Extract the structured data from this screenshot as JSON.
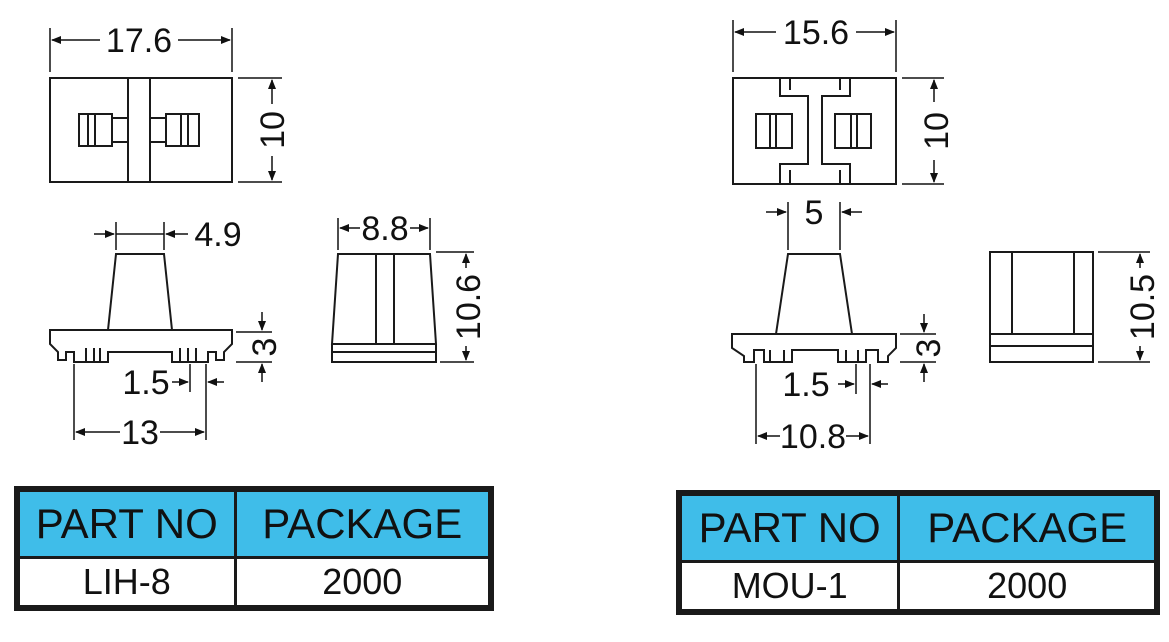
{
  "left_part": {
    "dimensions": {
      "top_width": "17.6",
      "top_height": "10",
      "side_top_width": "4.9",
      "end_width": "8.8",
      "end_height": "10.6",
      "foot_height": "3",
      "pin_width": "1.5",
      "base_width": "13"
    },
    "table": {
      "header_part": "PART NO",
      "header_package": "PACKAGE",
      "part_no": "LIH-8",
      "package": "2000"
    }
  },
  "right_part": {
    "dimensions": {
      "top_width": "15.6",
      "top_height": "10",
      "side_top_width": "5",
      "end_height": "10.5",
      "foot_height": "3",
      "pin_width": "1.5",
      "base_width": "10.8"
    },
    "table": {
      "header_part": "PART NO",
      "header_package": "PACKAGE",
      "part_no": "MOU-1",
      "package": "2000"
    }
  },
  "colors": {
    "table_header": "#3fbde9",
    "line": "#1a1a1a"
  }
}
